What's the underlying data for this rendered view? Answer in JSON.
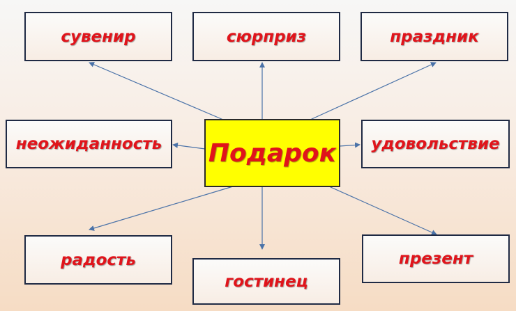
{
  "center": {
    "label": "Подарок"
  },
  "nodes": [
    {
      "id": "suvenir",
      "label": "сувенир"
    },
    {
      "id": "syurpriz",
      "label": "сюрприз"
    },
    {
      "id": "prazdnik",
      "label": "праздник"
    },
    {
      "id": "neozhidannost",
      "label": "неожиданность"
    },
    {
      "id": "udovolstvie",
      "label": "удовольствие"
    },
    {
      "id": "radost",
      "label": "радость"
    },
    {
      "id": "gostinets",
      "label": "гостинец"
    },
    {
      "id": "prezent",
      "label": "презент"
    }
  ],
  "colors": {
    "label_text": "#e0141b",
    "center_fill": "#ffff00",
    "box_border": "#1f2a44",
    "arrow": "#4a72a8"
  }
}
